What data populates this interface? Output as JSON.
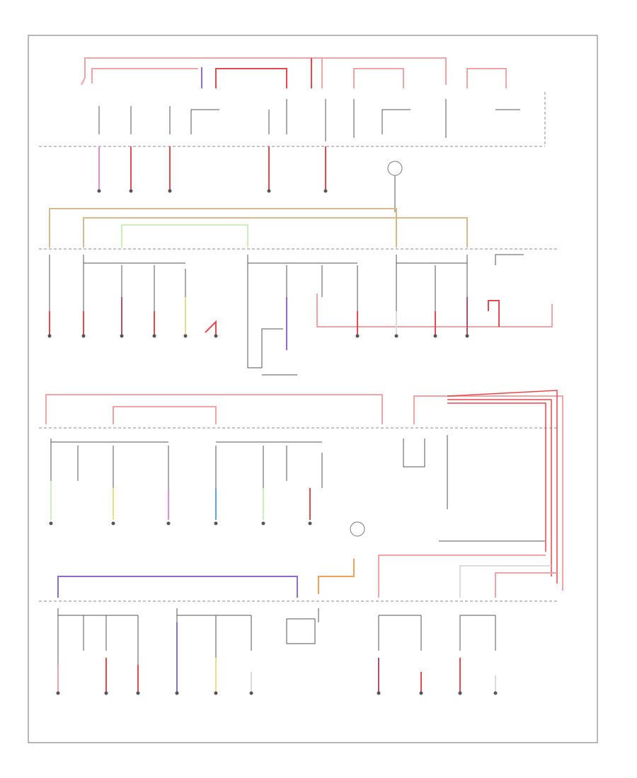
{
  "diagram": {
    "figure_code": "",
    "colors": {
      "red": "#e8474f",
      "pink": "#f3a3a8",
      "light_pink": "#f6c7ca",
      "tan": "#d7b98b",
      "purple": "#8d6bd0",
      "light_purple": "#c9b3ec",
      "green": "#9fd882",
      "light_green": "#cfeebb",
      "yellow": "#e6e08a",
      "blue": "#5fa5d8",
      "magenta": "#e48bd9",
      "orange": "#f0a15a",
      "black": "#333333",
      "frame": "#888888"
    },
    "sections": [
      {
        "id": "s1"
      },
      {
        "id": "s2"
      },
      {
        "id": "s3"
      },
      {
        "id": "s4"
      }
    ]
  }
}
